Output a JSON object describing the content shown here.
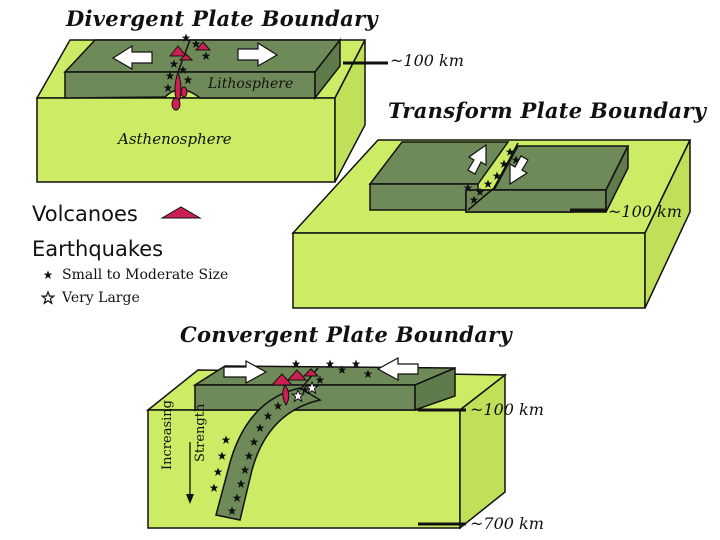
{
  "divergent": {
    "title": "Divergent Plate Boundary",
    "lithosphere_label": "Lithosphere",
    "asthenosphere_label": "Asthenosphere",
    "depth_label": "~100 km"
  },
  "transform": {
    "title": "Transform Plate Boundary",
    "depth_label": "~100 km"
  },
  "convergent": {
    "title": "Convergent Plate Boundary",
    "strength_label_line1": "Increasing",
    "strength_label_line2": "Strength",
    "depth_label_upper": "~100 km",
    "depth_label_lower": "~700 km"
  },
  "legend": {
    "volcanoes_label": "Volcanoes",
    "earthquakes_label": "Earthquakes",
    "small_label": "Small to Moderate Size",
    "large_label": "Very Large"
  },
  "colors": {
    "asthenosphere": "#ccec66",
    "lithosphere": "#6e8a58",
    "volcano": "#cc1f52",
    "outline": "#111111",
    "arrow": "#ffffff"
  }
}
